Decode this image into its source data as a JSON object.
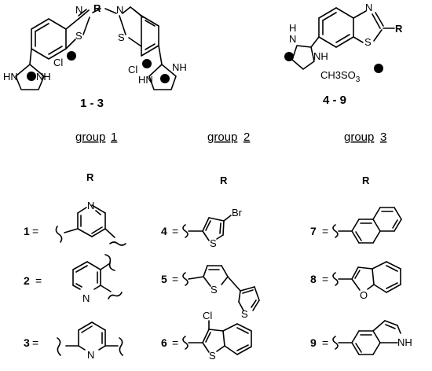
{
  "compounds_top": {
    "bis_label": "1 - 3",
    "mono_label": "4 - 9",
    "r_link": "R",
    "r_mono": "R",
    "n": "N",
    "s": "S",
    "nh": "NH",
    "hn": "HN",
    "h": "H",
    "chloride": "Cl",
    "mesylate": "CH3SO3",
    "mesylate_sub": "3"
  },
  "groups": [
    {
      "heading_word": "group",
      "heading_num": "1",
      "r_header": "R",
      "items": [
        {
          "num": "1",
          "suffix": "=",
          "atoms": [
            "N"
          ]
        },
        {
          "num": "2",
          "suffix": "=",
          "atoms": [
            "N"
          ]
        },
        {
          "num": "3",
          "suffix": "=",
          "atoms": [
            "N"
          ]
        }
      ]
    },
    {
      "heading_word": "group",
      "heading_num": "2",
      "r_header": "R",
      "items": [
        {
          "num": "4",
          "suffix": "=",
          "atoms": [
            "S",
            "Br"
          ]
        },
        {
          "num": "5",
          "suffix": "=",
          "atoms": [
            "S",
            "S"
          ]
        },
        {
          "num": "6",
          "suffix": "=",
          "atoms": [
            "S",
            "Cl"
          ]
        }
      ]
    },
    {
      "heading_word": "group",
      "heading_num": "3",
      "r_header": "R",
      "items": [
        {
          "num": "7",
          "suffix": "=",
          "atoms": []
        },
        {
          "num": "8",
          "suffix": "=",
          "atoms": [
            "O"
          ]
        },
        {
          "num": "9",
          "suffix": "=",
          "atoms": [
            "NH"
          ]
        }
      ]
    }
  ]
}
